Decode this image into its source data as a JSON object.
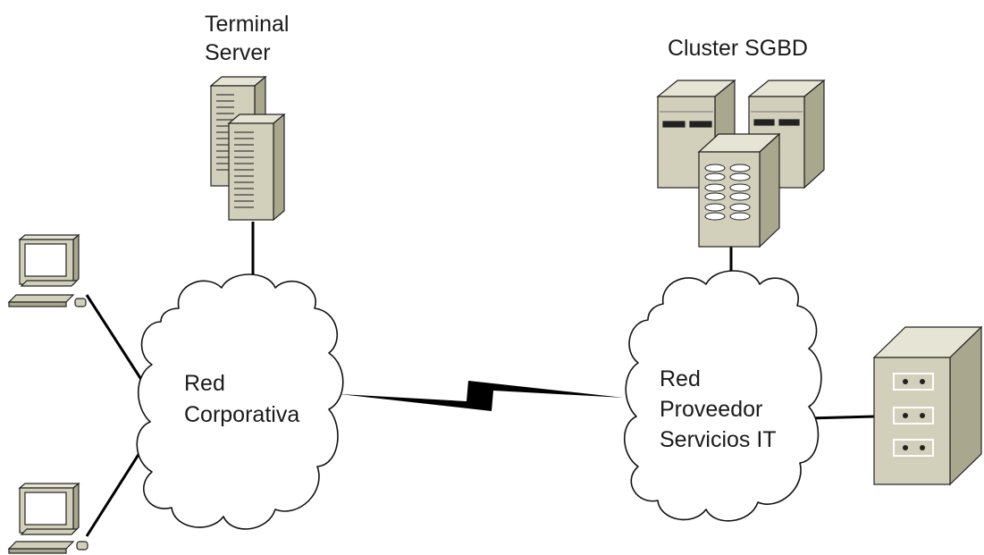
{
  "terminal_server": {
    "line1": "Terminal",
    "line2": "Server"
  },
  "cluster": {
    "label": "Cluster SGBD"
  },
  "red_corporativa": {
    "line1": "Red",
    "line2": "Corporativa"
  },
  "red_proveedor": {
    "line1": "Red",
    "line2": "Proveedor",
    "line3": "Servicios IT"
  },
  "colors": {
    "device_face": "#d2d0ba",
    "device_side": "#a9a78e",
    "device_top": "#e6e4d4",
    "outline": "#222222",
    "link": "#000000",
    "screen": "#ffffff"
  },
  "icons": {
    "terminal_server": "tower-server-icon",
    "cluster": "database-cluster-icon",
    "storage": "disk-array-icon",
    "workstation": "desktop-computer-icon",
    "network": "cloud-icon",
    "wan_link": "lightning-wan-link-icon"
  }
}
